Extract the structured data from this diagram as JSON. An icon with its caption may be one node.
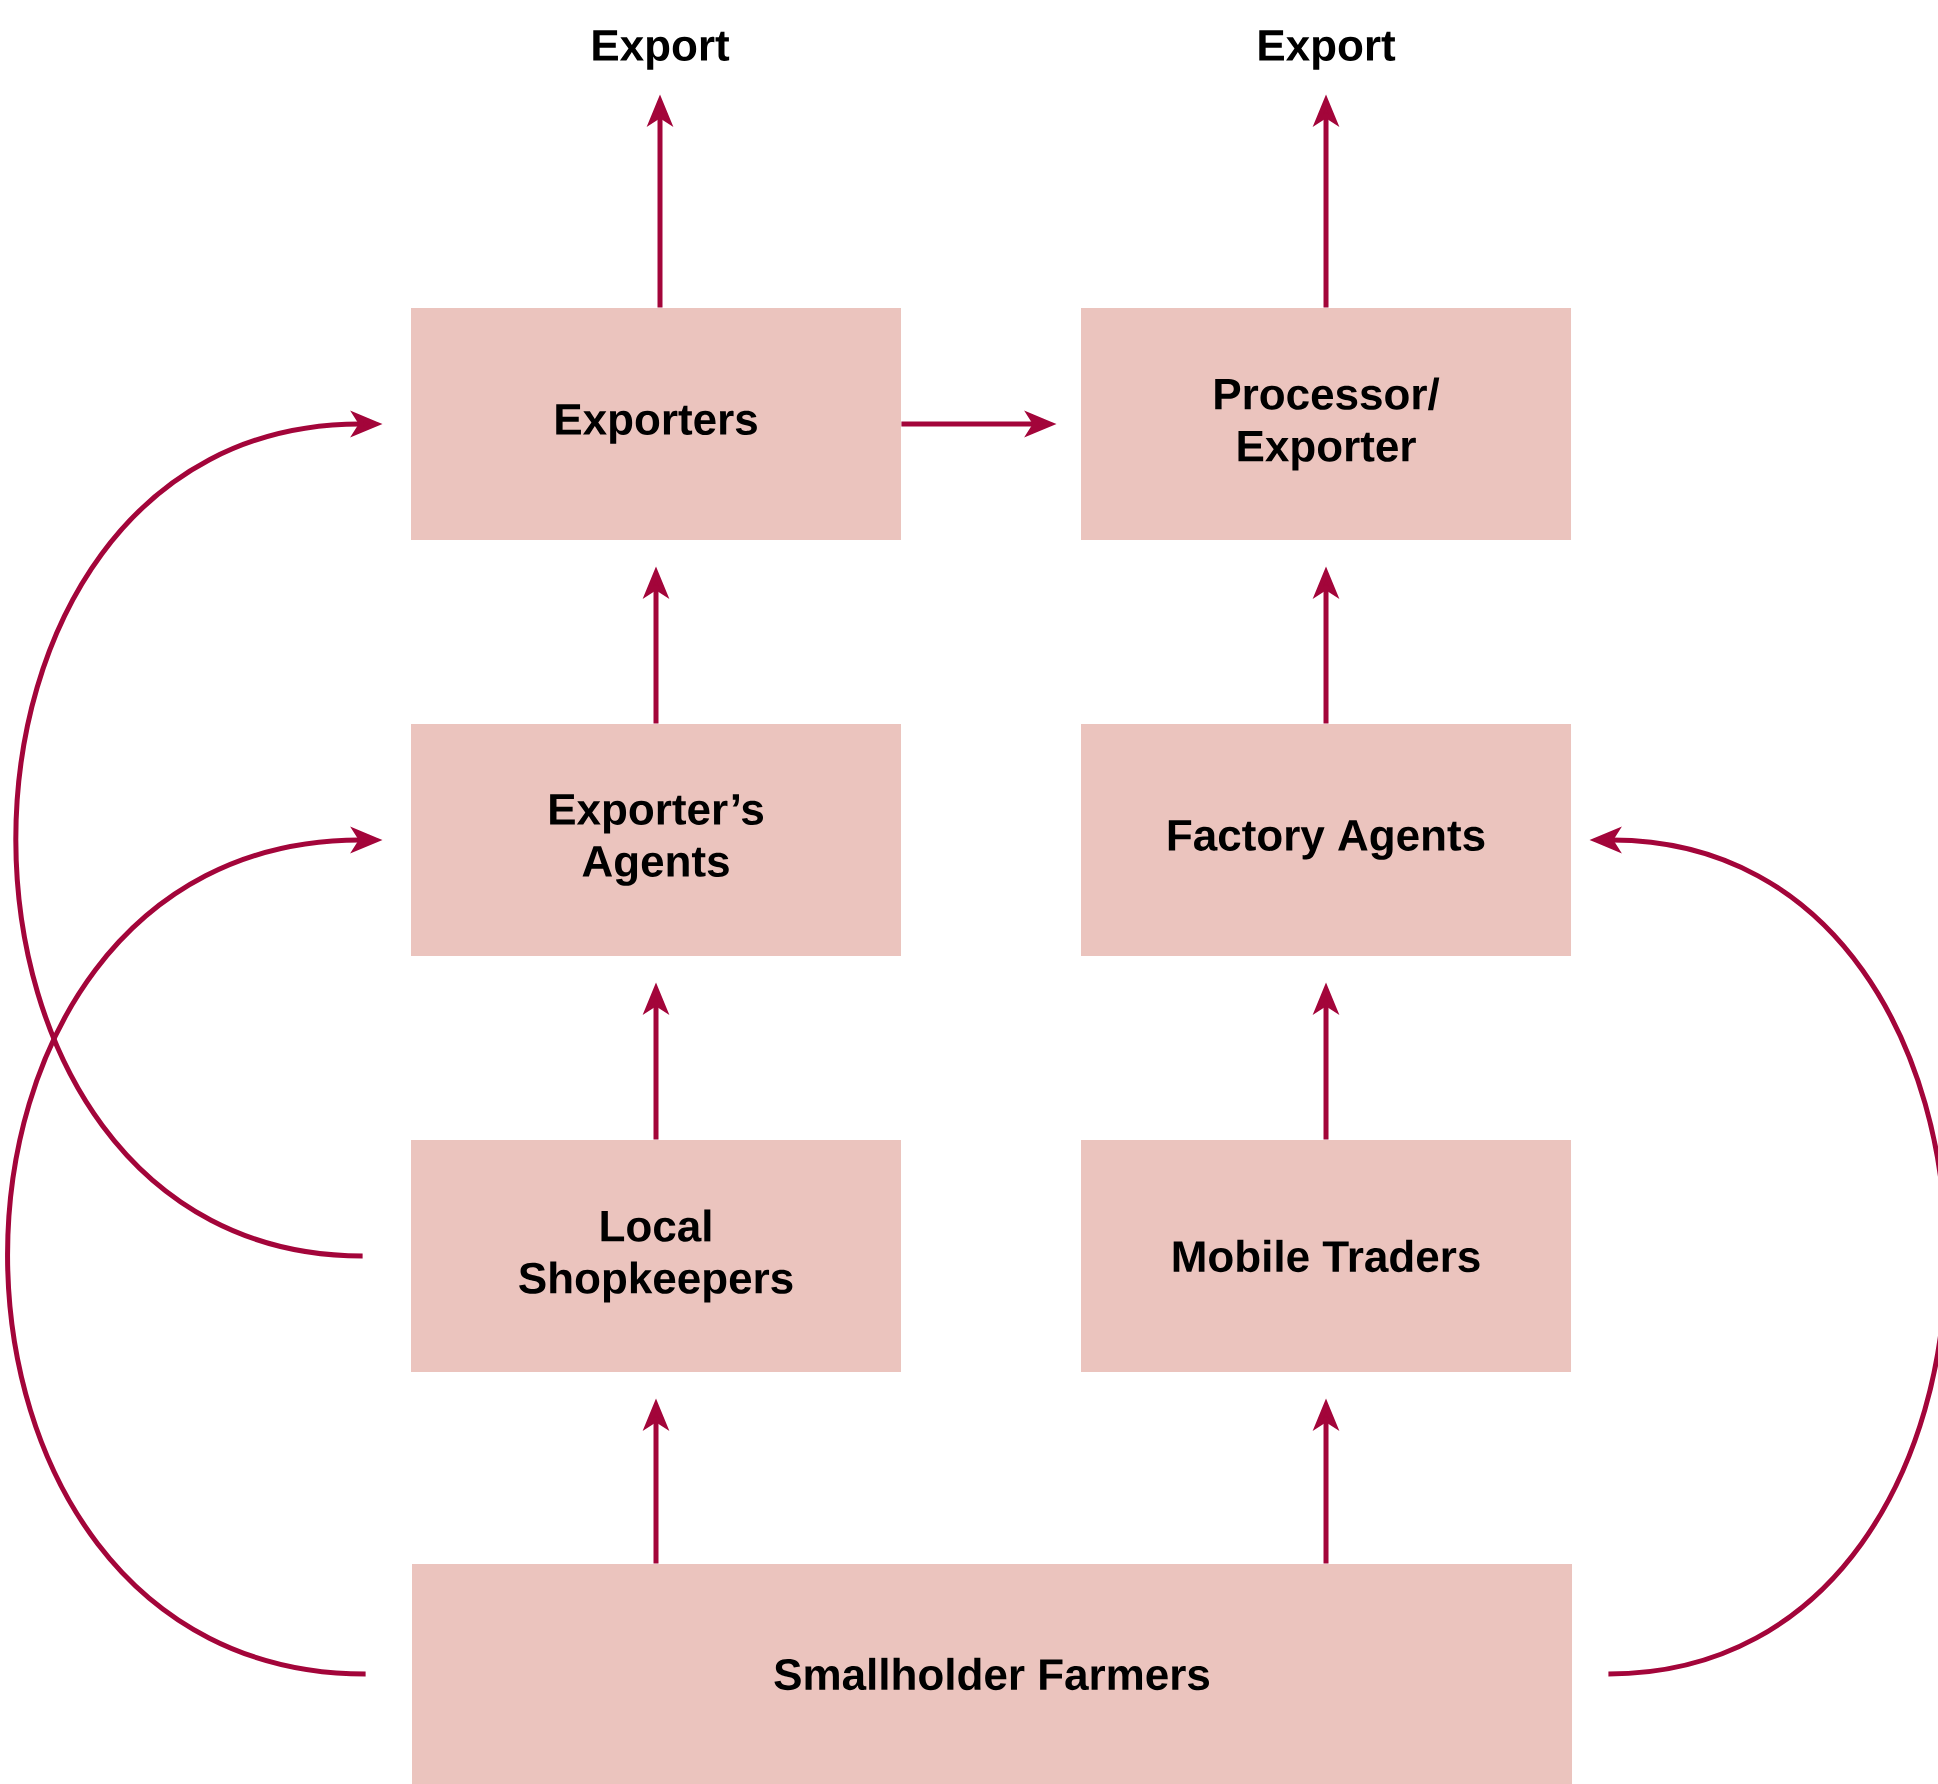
{
  "diagram": {
    "nodes": [
      {
        "text": [
          "Export"
        ]
      },
      {
        "text": [
          "Export"
        ]
      },
      {
        "text": [
          "Exporters"
        ]
      },
      {
        "text": [
          "Processor/ Exporter"
        ]
      },
      {
        "text": [
          "Exporter’s Agents"
        ]
      },
      {
        "text": [
          "Factory Agents"
        ]
      },
      {
        "text": [
          "Local Shopkeepers"
        ]
      },
      {
        "text": [
          "Mobile Traders"
        ]
      },
      {
        "text": [
          "Smallholder Farmers"
        ]
      }
    ],
    "edges": [
      {
        "from": 2,
        "to": 0,
        "arrow": "to"
      },
      {
        "from": 3,
        "to": 1,
        "arrow": "to"
      },
      {
        "from": 2,
        "to": 3,
        "arrow": "to"
      },
      {
        "from": 4,
        "to": 2,
        "arrow": "to"
      },
      {
        "from": 5,
        "to": 3,
        "arrow": "to"
      },
      {
        "from": 6,
        "to": 4,
        "arrow": "to"
      },
      {
        "from": 7,
        "to": 5,
        "arrow": "to"
      },
      {
        "from": 8,
        "to": 6,
        "arrow": "to"
      },
      {
        "from": 8,
        "to": 7,
        "arrow": "to"
      },
      {
        "from": 6,
        "to": 2,
        "arrow": "to"
      },
      {
        "from": 8,
        "to": 4,
        "arrow": "to"
      },
      {
        "from": 8,
        "to": 5,
        "arrow": "to"
      }
    ]
  }
}
